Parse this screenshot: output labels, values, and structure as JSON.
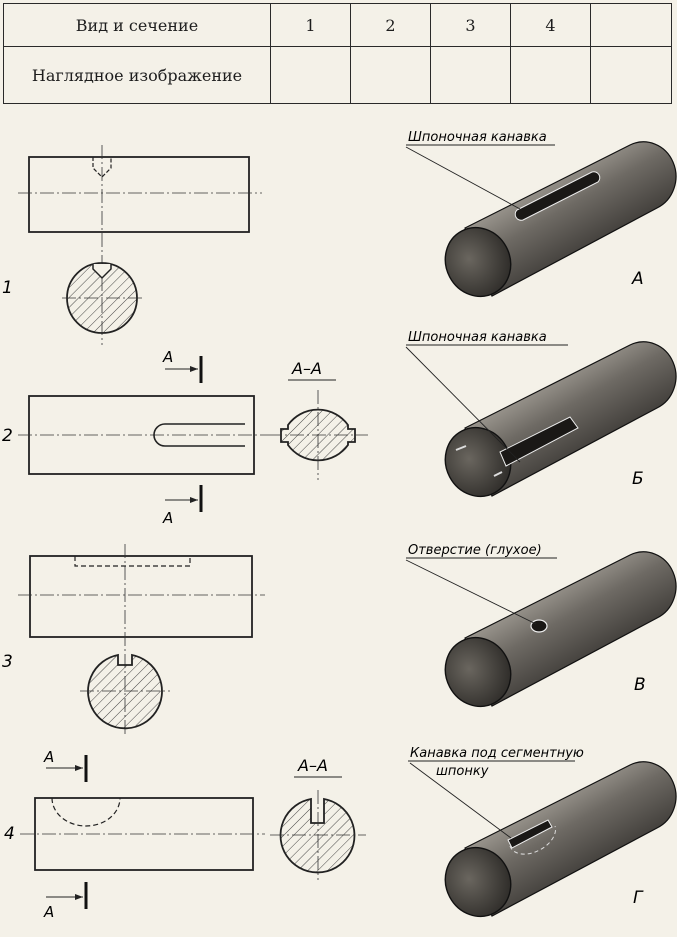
{
  "table": {
    "row_view_label": "Вид и сечение",
    "row_image_label": "Наглядное изображение",
    "columns": [
      "1",
      "2",
      "3",
      "4",
      ""
    ],
    "image_cells": [
      "",
      "",
      "",
      "",
      ""
    ]
  },
  "drawings": {
    "d1": {
      "number": "1"
    },
    "d2": {
      "number": "2",
      "cut_mark_top": "A",
      "cut_mark_bottom": "A",
      "section_label": "А–А"
    },
    "d3": {
      "number": "3"
    },
    "d4": {
      "number": "4",
      "cut_mark_top": "A",
      "cut_mark_bottom": "A",
      "section_label": "А–А"
    }
  },
  "pictures": {
    "A": {
      "letter": "А",
      "callout": "Шпоночная канавка"
    },
    "B": {
      "letter": "Б",
      "callout": "Шпоночная канавка"
    },
    "V": {
      "letter": "В",
      "callout": "Отверстие (глухое)"
    },
    "G": {
      "letter": "Г",
      "callout_line1": "Канавка под сегментную",
      "callout_line2": "шпонку"
    }
  }
}
